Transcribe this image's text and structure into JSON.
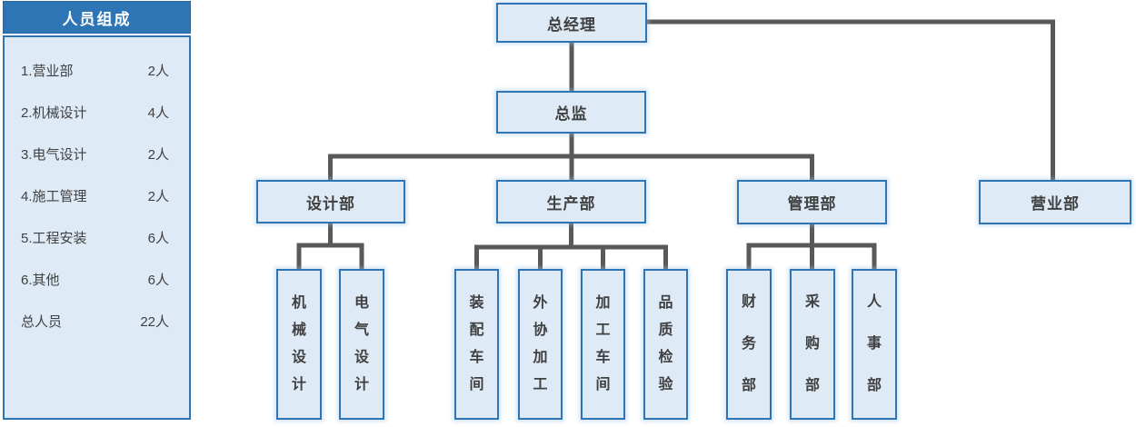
{
  "panel": {
    "title": "人员组成",
    "items": [
      {
        "label": "1.营业部",
        "value": "2人"
      },
      {
        "label": "2.机械设计",
        "value": "4人"
      },
      {
        "label": "3.电气设计",
        "value": "2人"
      },
      {
        "label": "4.施工管理",
        "value": "2人"
      },
      {
        "label": "5.工程安装",
        "value": "6人"
      },
      {
        "label": "6.其他",
        "value": "6人"
      },
      {
        "label": "总人员",
        "value": "22人"
      }
    ]
  },
  "org_chart": {
    "nodes": {
      "general_manager": {
        "label": "总经理"
      },
      "director": {
        "label": "总监"
      },
      "design_dept": {
        "label": "设计部"
      },
      "production_dept": {
        "label": "生产部"
      },
      "management_dept": {
        "label": "管理部"
      },
      "sales_dept": {
        "label": "营业部"
      },
      "mechanical_design": {
        "label": "机械设计"
      },
      "electrical_design": {
        "label": "电气设计"
      },
      "assembly_workshop": {
        "label": "装配车间"
      },
      "outsourced_processing": {
        "label": "外协加工"
      },
      "machining_workshop": {
        "label": "加工车间"
      },
      "quality_inspection": {
        "label": "品质检验"
      },
      "finance_dept": {
        "label": "财务部"
      },
      "purchasing_dept": {
        "label": "采购部"
      },
      "hr_dept": {
        "label": "人事部"
      }
    }
  },
  "colors": {
    "panel_header_blue": "#2E75B6",
    "panel_body_fill": "#DEEAF6",
    "node_fill": "#DEEBF7",
    "node_border": "#2E75B6",
    "connector_gray": "#595959",
    "text_dark": "#404040",
    "title_text": "#FFFFFF"
  }
}
